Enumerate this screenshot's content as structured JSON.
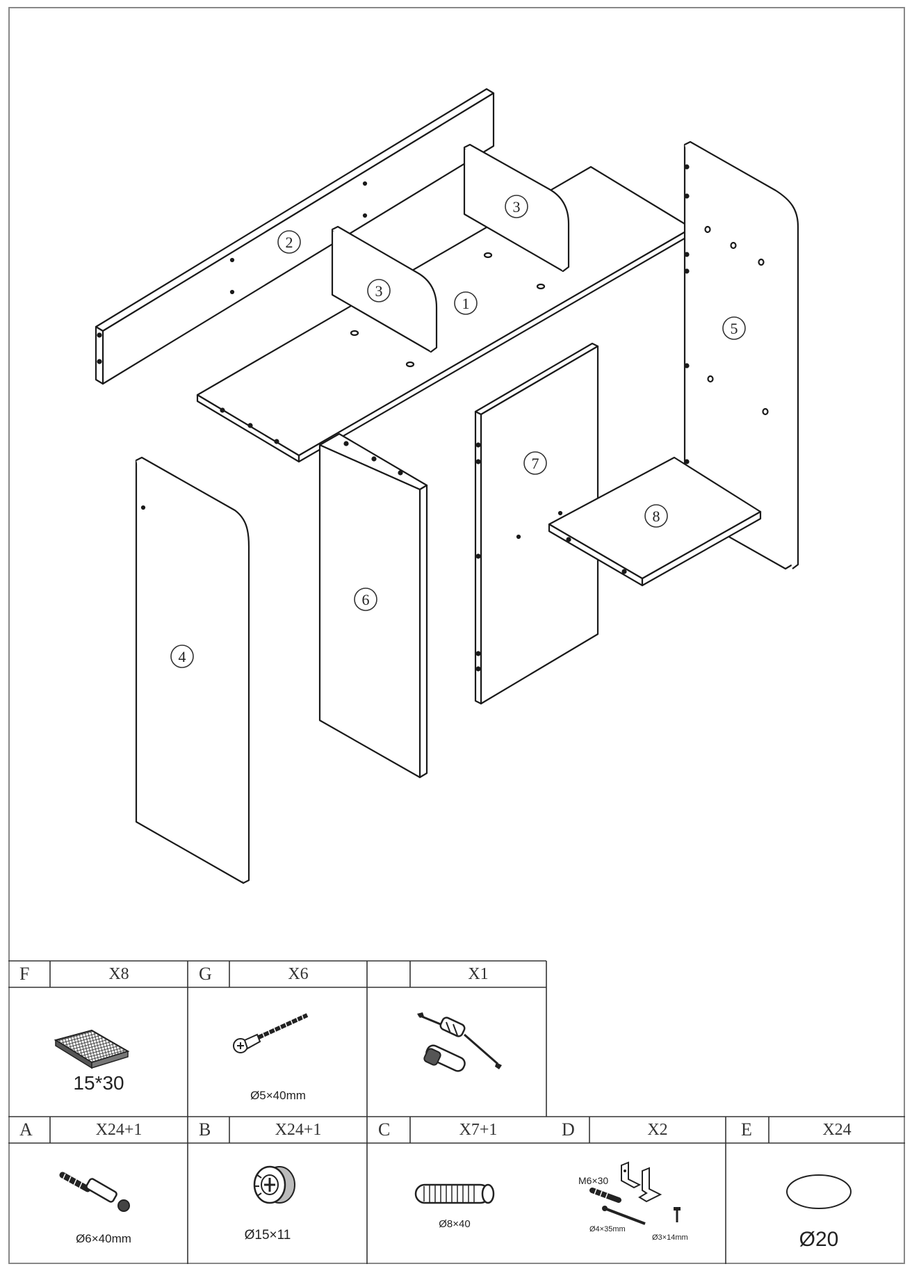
{
  "diagram": {
    "part_labels": {
      "p1": "1",
      "p2": "2",
      "p3a": "3",
      "p3b": "3",
      "p4": "4",
      "p5": "5",
      "p6": "6",
      "p7": "7",
      "p8": "8"
    }
  },
  "hardware_top_row": [
    {
      "letter": "F",
      "qty": "X8",
      "spec": "15*30",
      "icon": "felt-pad-icon"
    },
    {
      "letter": "G",
      "qty": "X6",
      "spec": "Ø5×40mm",
      "icon": "wood-screw-icon"
    },
    {
      "letter": "",
      "qty": "X1",
      "spec": "",
      "icon": "screwdriver-icon"
    }
  ],
  "hardware_bottom_row": [
    {
      "letter": "A",
      "qty": "X24+1",
      "spec": "Ø6×40mm",
      "icon": "cam-bolt-icon"
    },
    {
      "letter": "B",
      "qty": "X24+1",
      "spec": "Ø15×11",
      "icon": "cam-lock-icon"
    },
    {
      "letter": "C",
      "qty": "X7+1",
      "spec": "Ø8×40",
      "icon": "wood-dowel-icon"
    },
    {
      "letter": "D",
      "qty": "X2",
      "spec": "",
      "icon": "angle-bracket-kit-icon",
      "sub_labels": {
        "anchor": "M6×30",
        "long_screw": "Ø4×35mm",
        "short_screw": "Ø3×14mm"
      }
    },
    {
      "letter": "E",
      "qty": "X24",
      "spec": "Ø20",
      "icon": "cover-cap-icon"
    }
  ]
}
